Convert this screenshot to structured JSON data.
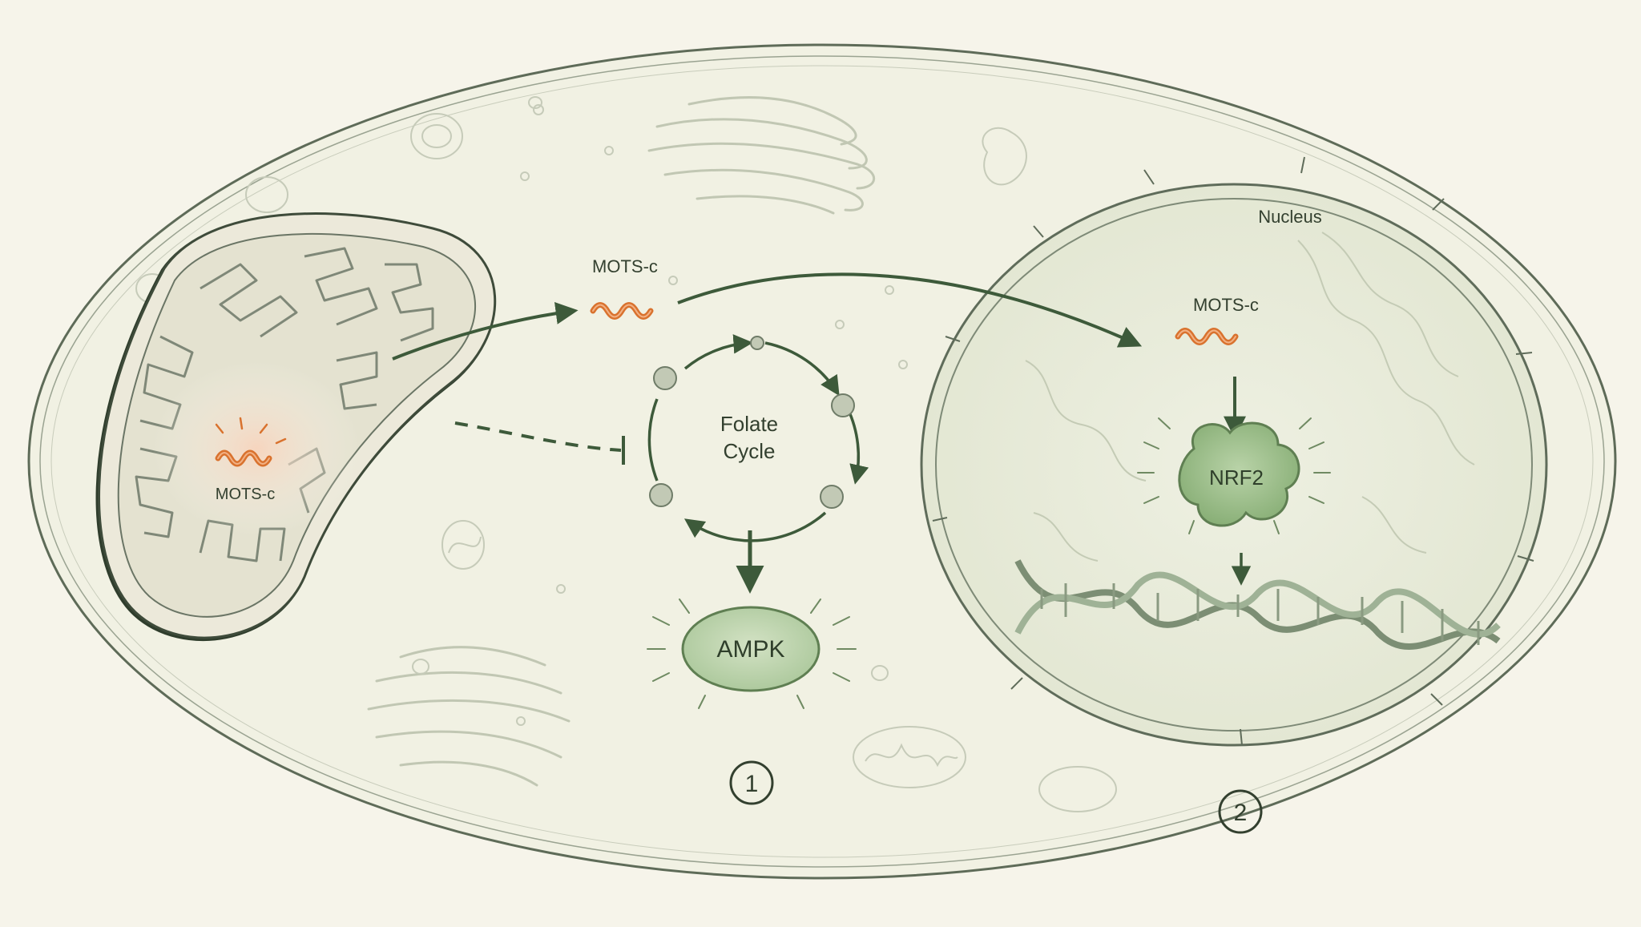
{
  "labels": {
    "mito_mots": "MOTS-c",
    "cyto_mots": "MOTS-c",
    "nucleus": "Nucleus",
    "nuc_mots": "MOTS-c",
    "folate_line1": "Folate",
    "folate_line2": "Cycle",
    "ampk": "AMPK",
    "nrf2": "NRF2",
    "step1": "1",
    "step2": "2"
  },
  "colors": {
    "background": "#f6f4ea",
    "outline": "#3f4f3c",
    "pathway_green": "#3d5a3a",
    "peptide_orange": "#d9722e",
    "protein_fill": "#9fc08f",
    "mito_glow": "#f6dcc8"
  },
  "icons": {
    "peptide": "squiggle-peptide-icon",
    "inhibition": "flat-bar-inhibition-arrow",
    "dna": "double-helix-icon"
  }
}
